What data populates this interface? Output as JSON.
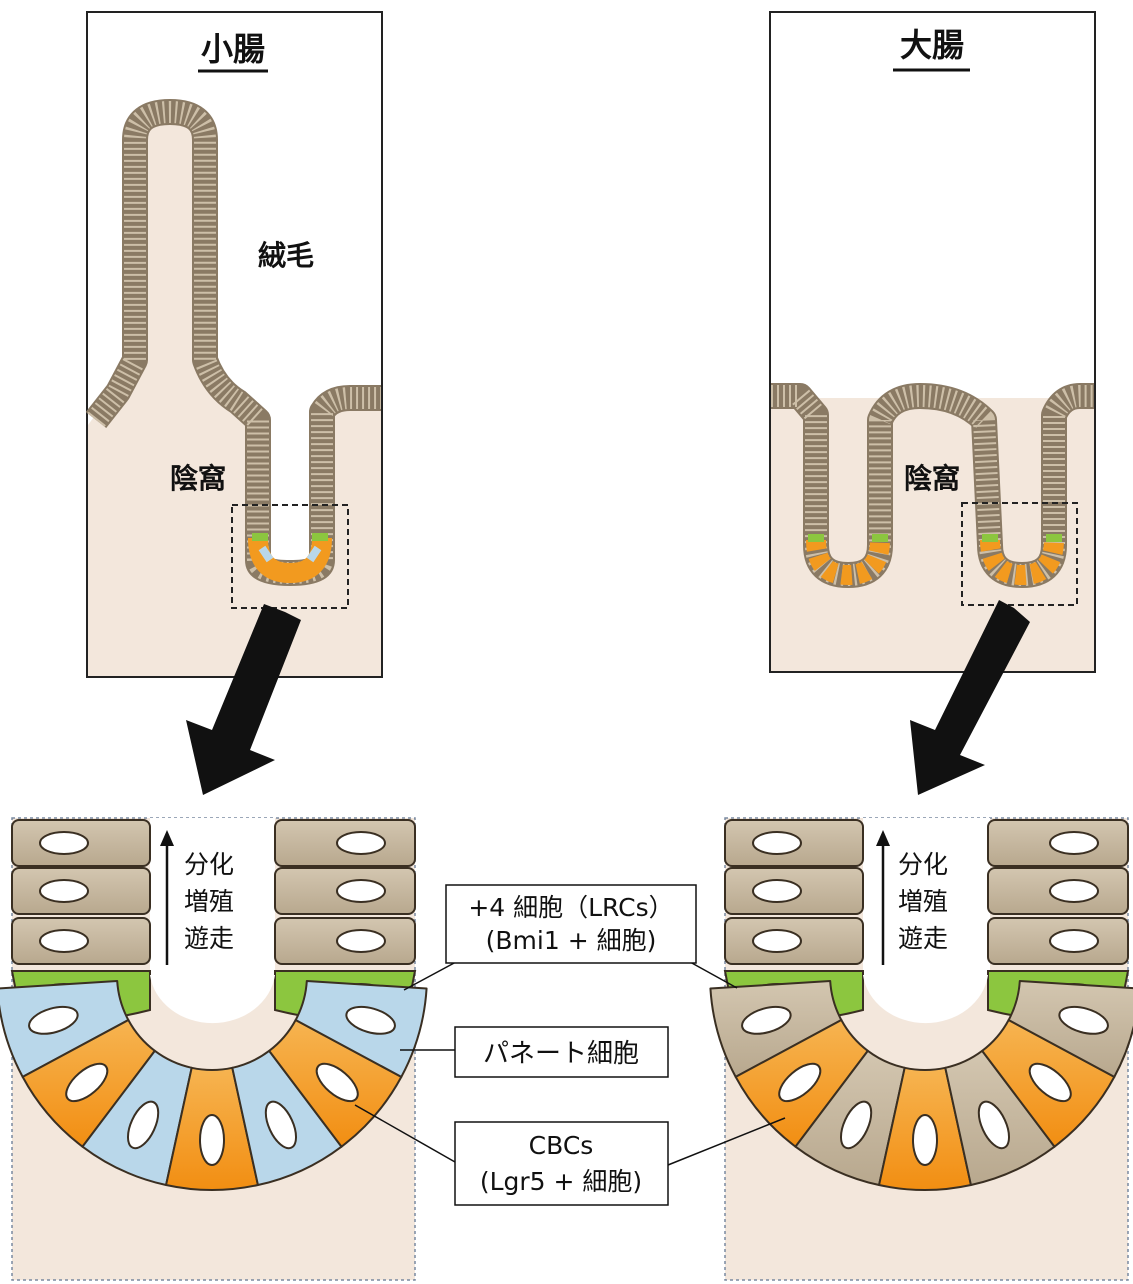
{
  "small_intestine": {
    "title": "小腸",
    "villus_label": "絨毛",
    "crypt_label": "陰窩"
  },
  "large_intestine": {
    "title": "大腸",
    "crypt_label": "陰窩"
  },
  "zoom_left": {
    "arrow_label_lines": [
      "分化",
      "増殖",
      "遊走"
    ]
  },
  "zoom_right": {
    "arrow_label_lines": [
      "分化",
      "増殖",
      "遊走"
    ]
  },
  "callouts": {
    "plus4": {
      "line1": "+4 細胞（LRCs）",
      "line2": "(Bmi1 + 細胞)"
    },
    "paneth": {
      "line1": "パネート細胞"
    },
    "cbc": {
      "line1": "CBCs",
      "line2": "(Lgr5 + 細胞)"
    }
  },
  "colors": {
    "tissue": "#f3e7dc",
    "epithelium": "#c8b8a0",
    "cbc": "#f29a1f",
    "paneth": "#b9d7ea",
    "plus4": "#8cc63f",
    "frame_red": "#e0584a"
  }
}
